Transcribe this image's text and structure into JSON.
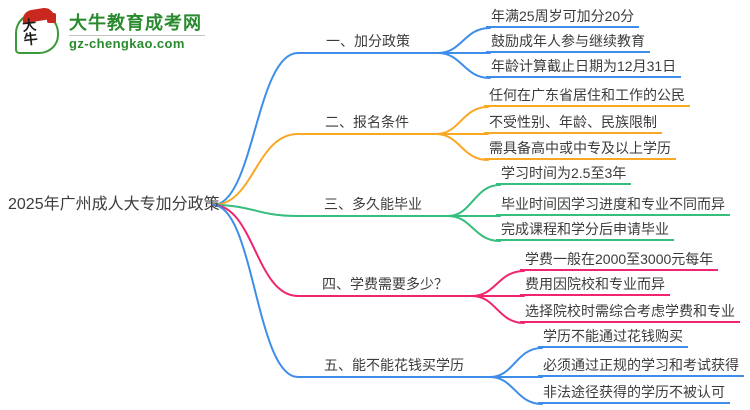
{
  "logo": {
    "icon_text": "大牛",
    "site_name": "大牛教育成考网",
    "site_url": "gz-chengkao.com",
    "brand_green": "#2a8a2e",
    "seal_red": "#c9281e"
  },
  "root": {
    "label": "2025年广州成人大专加分政策"
  },
  "branches": [
    {
      "label": "一、加分政策",
      "color": "#3E8EE9",
      "children": [
        "年满25周岁可加分20分",
        "鼓励成年人参与继续教育",
        "年龄计算截止日期为12月31日"
      ]
    },
    {
      "label": "二、报名条件",
      "color": "#F9A825",
      "children": [
        "任何在广东省居住和工作的公民",
        "不受性别、年龄、民族限制",
        "需具备高中或中专及以上学历"
      ]
    },
    {
      "label": "三、多久能毕业",
      "color": "#35BE7C",
      "children": [
        "学习时间为2.5至3年",
        "毕业时间因学习进度和专业不同而异",
        "完成课程和学分后申请毕业"
      ]
    },
    {
      "label": "四、学费需要多少？",
      "color": "#F1246F",
      "children": [
        "学费一般在2000至3000元每年",
        "费用因院校和专业而异",
        "选择院校时需综合考虑学费和专业"
      ]
    },
    {
      "label": "五、能不能花钱买学历",
      "color": "#3E8EE9",
      "children": [
        "学历不能通过花钱购买",
        "必须通过正规的学习和考试获得",
        "非法途径获得的学历不被认可"
      ]
    }
  ],
  "text_color": "#3c3c3c"
}
